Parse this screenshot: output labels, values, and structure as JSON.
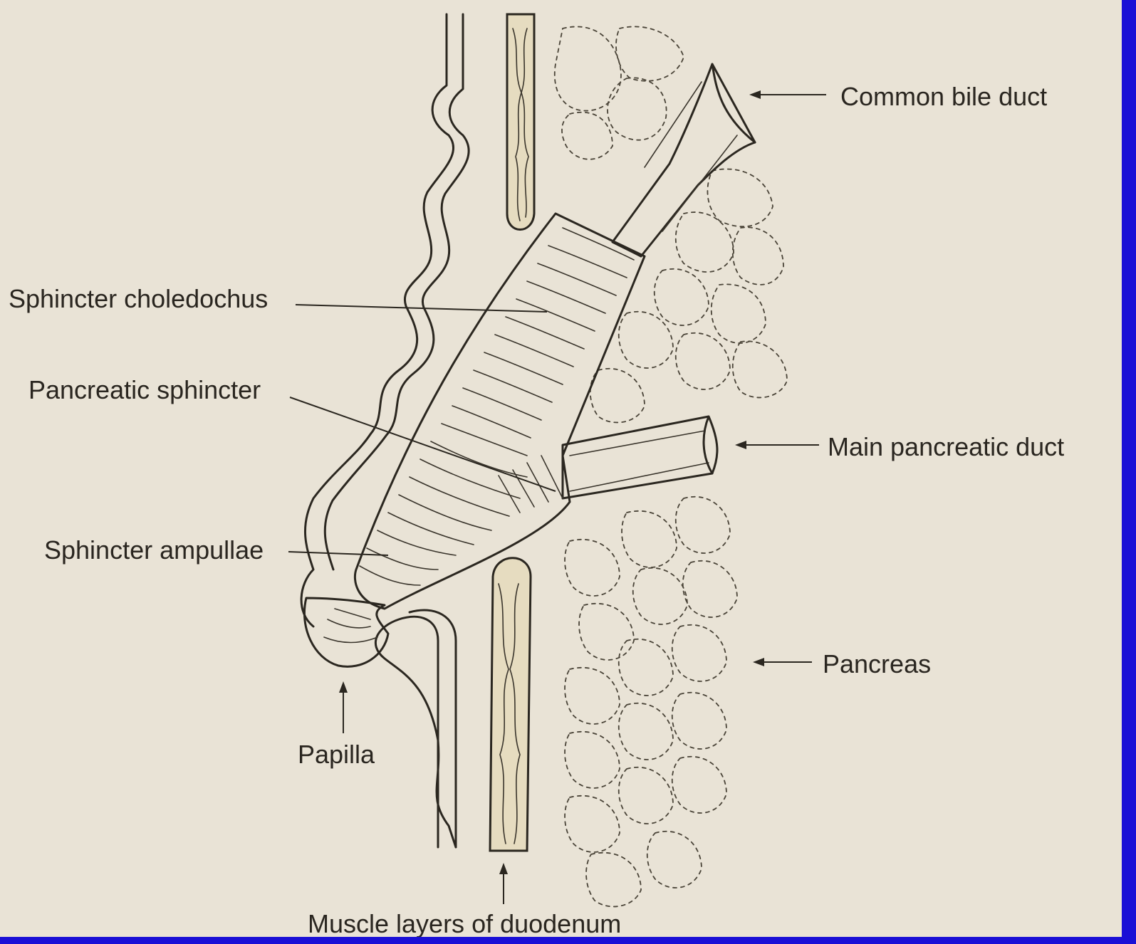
{
  "labels": {
    "common_bile_duct": "Common bile duct",
    "sphincter_choledochus": "Sphincter choledochus",
    "pancreatic_sphincter": "Pancreatic sphincter",
    "main_pancreatic_duct": "Main pancreatic duct",
    "sphincter_ampullae": "Sphincter ampullae",
    "pancreas": "Pancreas",
    "papilla": "Papilla",
    "muscle_layers": "Muscle layers of duodenum"
  },
  "colors": {
    "background": "#e9e3d6",
    "ink": "#2b2720",
    "frame_blue": "#1a0fd6",
    "muscle_fill": "#e6dcc0"
  }
}
